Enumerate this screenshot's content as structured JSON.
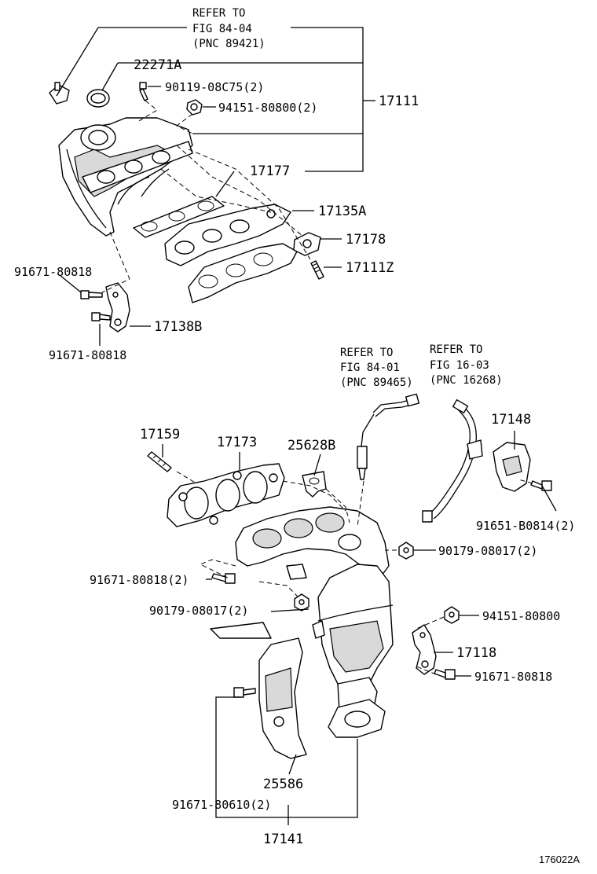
{
  "diagram_id": "176022A",
  "references": {
    "top": {
      "line1": "REFER TO",
      "line2": "FIG 84-04",
      "line3": "(PNC 89421)"
    },
    "sensor": {
      "line1": "REFER TO",
      "line2": "FIG 84-01",
      "line3": "(PNC 89465)"
    },
    "pipe": {
      "line1": "REFER TO",
      "line2": "FIG 16-03",
      "line3": "(PNC 16268)"
    }
  },
  "labels": {
    "p22271A": "22271A",
    "p90119": "90119-08C75(2)",
    "p94151_2": "94151-80800(2)",
    "p17111": "17111",
    "p17177": "17177",
    "p17135A": "17135A",
    "p17178": "17178",
    "p17111Z": "17111Z",
    "p91671_a": "91671-80818",
    "p17138B": "17138B",
    "p91671_b": "91671-80818",
    "p17159": "17159",
    "p17173": "17173",
    "p25628B": "25628B",
    "p17148": "17148",
    "p91651": "91651-B0814(2)",
    "p90179_a": "90179-08017(2)",
    "p91671_c": "91671-80818(2)",
    "p90179_b": "90179-08017(2)",
    "p94151": "94151-80800",
    "p17118": "17118",
    "p91671_d": "91671-80818",
    "p25586": "25586",
    "p91671_e": "91671-80610(2)",
    "p17141": "17141"
  }
}
